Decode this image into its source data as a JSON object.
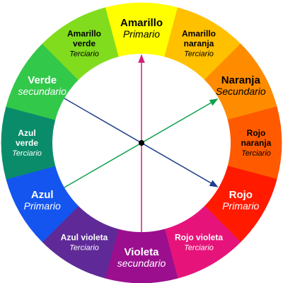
{
  "segments": [
    {
      "id": "amarillo",
      "name_lines": [
        "Amarillo"
      ],
      "category": "Primario",
      "color": "#ffff00",
      "text_color": "#000000",
      "size": "big"
    },
    {
      "id": "amarillo-naranja",
      "name_lines": [
        "Amarillo",
        "naranja"
      ],
      "category": "Terciario",
      "color": "#ffc000",
      "text_color": "#000000",
      "size": "small"
    },
    {
      "id": "naranja",
      "name_lines": [
        "Naranja"
      ],
      "category": "Secundario",
      "color": "#ff8c00",
      "text_color": "#000000",
      "size": "big"
    },
    {
      "id": "rojo-naranja",
      "name_lines": [
        "Rojo",
        "naranja"
      ],
      "category": "Terciario",
      "color": "#ff5a00",
      "text_color": "#000000",
      "size": "small"
    },
    {
      "id": "rojo",
      "name_lines": [
        "Rojo"
      ],
      "category": "Primario",
      "color": "#ff1a00",
      "text_color": "#ffffff",
      "size": "big"
    },
    {
      "id": "rojo-violeta",
      "name_lines": [
        "Rojo violeta"
      ],
      "category": "Terciario",
      "color": "#e6147a",
      "text_color": "#ffffff",
      "size": "small"
    },
    {
      "id": "violeta",
      "name_lines": [
        "Violeta"
      ],
      "category": "secundario",
      "color": "#9b0f8e",
      "text_color": "#ffffff",
      "size": "big"
    },
    {
      "id": "azul-violeta",
      "name_lines": [
        "Azul violeta"
      ],
      "category": "Terciario",
      "color": "#5f2a97",
      "text_color": "#ffffff",
      "size": "small"
    },
    {
      "id": "azul",
      "name_lines": [
        "Azul"
      ],
      "category": "Primario",
      "color": "#1455f0",
      "text_color": "#ffffff",
      "size": "big"
    },
    {
      "id": "azul-verde",
      "name_lines": [
        "Azul",
        "verde"
      ],
      "category": "Terciario",
      "color": "#0a8c6a",
      "text_color": "#ffffff",
      "size": "small"
    },
    {
      "id": "verde",
      "name_lines": [
        "Verde"
      ],
      "category": "secundario",
      "color": "#32c84a",
      "text_color": "#ffffff",
      "size": "big"
    },
    {
      "id": "amarillo-verde",
      "name_lines": [
        "Amarillo",
        "verde"
      ],
      "category": "Terciario",
      "color": "#82dc1e",
      "text_color": "#000000",
      "size": "small"
    }
  ],
  "arrows": [
    {
      "from": "violeta",
      "to": "amarillo",
      "color": "#d0207a"
    },
    {
      "from": "azul",
      "to": "naranja",
      "color": "#12a050"
    },
    {
      "from": "verde",
      "to": "rojo",
      "color": "#1e3c8c"
    }
  ]
}
